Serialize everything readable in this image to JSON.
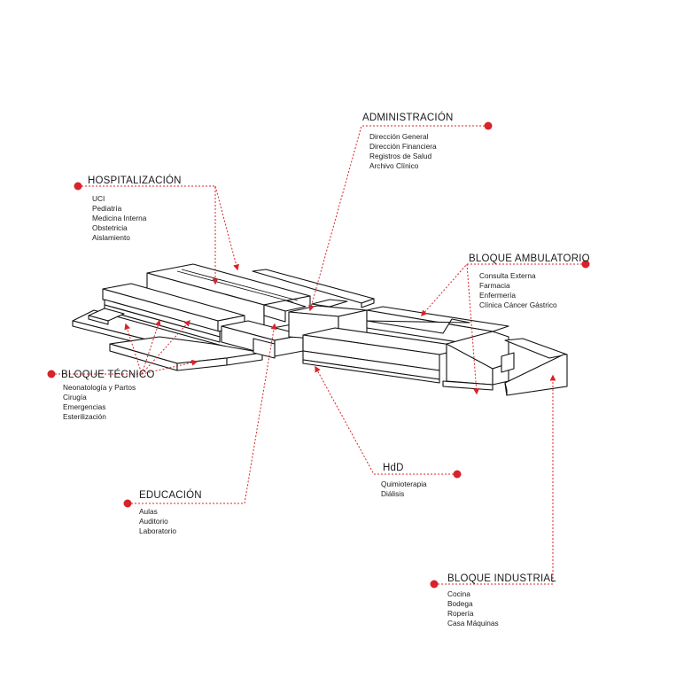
{
  "accent_color": "#d8232a",
  "line_color": "#111111",
  "labels": {
    "administracion": {
      "title": "ADMINISTRACIÓN",
      "items": [
        "Dirección General",
        "Dirección Financiera",
        "Registros de Salud",
        "Archivo Clínico"
      ]
    },
    "hospitalizacion": {
      "title": "HOSPITALIZACIÓN",
      "items": [
        "UCI",
        "Pediatría",
        "Medicina Interna",
        "Obstetricia",
        "Aislamiento"
      ]
    },
    "bloque_ambulatorio": {
      "title": "BLOQUE AMBULATORIO",
      "items": [
        "Consulta Externa",
        "Farmacia",
        "Enfermería",
        "Clínica Cáncer Gástrico"
      ]
    },
    "bloque_tecnico": {
      "title": "BLOQUE TÉCNICO",
      "items": [
        "Neonatología y Partos",
        "Cirugía",
        "Emergencias",
        "Esterilización"
      ]
    },
    "hdd": {
      "title": "HdD",
      "items": [
        "Quimioterapia",
        "Diálisis"
      ]
    },
    "educacion": {
      "title": "EDUCACIÓN",
      "items": [
        "Aulas",
        "Auditorio",
        "Laboratorio"
      ]
    },
    "bloque_industrial": {
      "title": "BLOQUE INDUSTRIAL",
      "items": [
        "Cocina",
        "Bodega",
        "Ropería",
        "Casa Máquinas"
      ]
    }
  }
}
